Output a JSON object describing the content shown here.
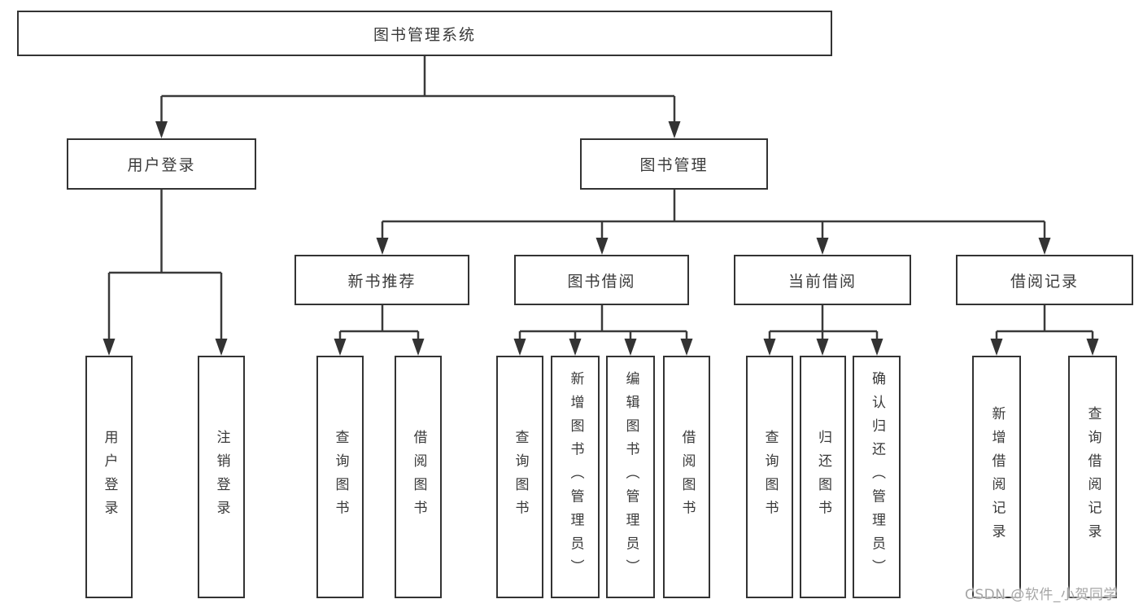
{
  "tree": {
    "root": {
      "label": "图书管理系统"
    },
    "branches": [
      {
        "label": "用户登录",
        "children": [
          {
            "label": "用户登录"
          },
          {
            "label": "注销登录"
          }
        ]
      },
      {
        "label": "图书管理",
        "children": [
          {
            "label": "新书推荐",
            "children": [
              {
                "label": "查询图书"
              },
              {
                "label": "借阅图书"
              }
            ]
          },
          {
            "label": "图书借阅",
            "children": [
              {
                "label": "查询图书"
              },
              {
                "label": "新增图书（管理员）"
              },
              {
                "label": "编辑图书（管理员）"
              },
              {
                "label": "借阅图书"
              }
            ]
          },
          {
            "label": "当前借阅",
            "children": [
              {
                "label": "查询图书"
              },
              {
                "label": "归还图书"
              },
              {
                "label": "确认归还（管理员）"
              }
            ]
          },
          {
            "label": "借阅记录",
            "children": [
              {
                "label": "新增借阅记录"
              },
              {
                "label": "查询借阅记录"
              }
            ]
          }
        ]
      }
    ]
  },
  "watermark": {
    "text": "CSDN @软件_小贺同学"
  },
  "colors": {
    "border": "#333333",
    "line": "#3a3a3a",
    "text": "#3a3a3a",
    "background": "#ffffff",
    "watermark": "#a6a6a6"
  }
}
